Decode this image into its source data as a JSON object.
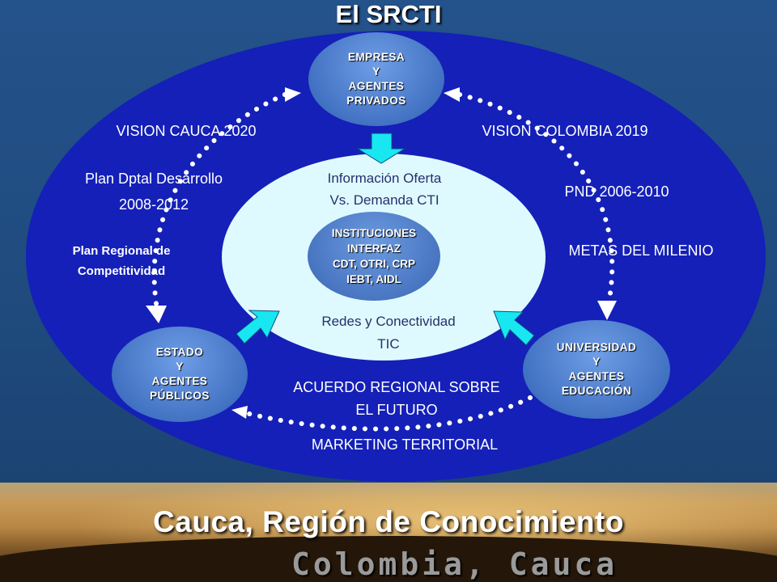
{
  "title": "El SRCTI",
  "nodes": {
    "empresa": [
      "EMPRESA",
      "Y",
      "AGENTES",
      "PRIVADOS"
    ],
    "estado": [
      "ESTADO",
      "Y",
      "AGENTES",
      "PÚBLICOS"
    ],
    "universidad": [
      "UNIVERSIDAD",
      "Y",
      "AGENTES",
      "EDUCACIÓN"
    ],
    "instituciones": [
      "INSTITUCIONES",
      "INTERFAZ",
      "CDT, OTRI, CRP",
      "IEBT, AIDL"
    ]
  },
  "center": {
    "info_line1": "Información Oferta",
    "info_line2": "Vs. Demanda CTI",
    "redes_line1": "Redes y Conectividad",
    "redes_line2": "TIC"
  },
  "labels": {
    "vision_cauca": "VISION CAUCA 2020",
    "plan_dptal_line1": "Plan Dptal Desarrollo",
    "plan_dptal_line2": "2008-2012",
    "plan_regional_line1": "Plan Regional de",
    "plan_regional_line2": "Competitividad",
    "vision_colombia": "VISION COLOMBIA 2019",
    "pnd": "PND 2006-2010",
    "metas": "METAS DEL MILENIO",
    "acuerdo_line1": "ACUERDO REGIONAL SOBRE",
    "acuerdo_line2": "EL FUTURO",
    "marketing": "MARKETING TERRITORIAL"
  },
  "footer": {
    "title": "Cauca, Región de Conocimiento",
    "subtitle": "Colombia, Cauca"
  },
  "colors": {
    "outer_ellipse": "#1420b8",
    "inner_ellipse": "#dffaff",
    "node_fill": "#4a7ccc",
    "arrow_cyan": "#18e6f0",
    "dots": "#ffffff",
    "background": "#1f4a78"
  }
}
